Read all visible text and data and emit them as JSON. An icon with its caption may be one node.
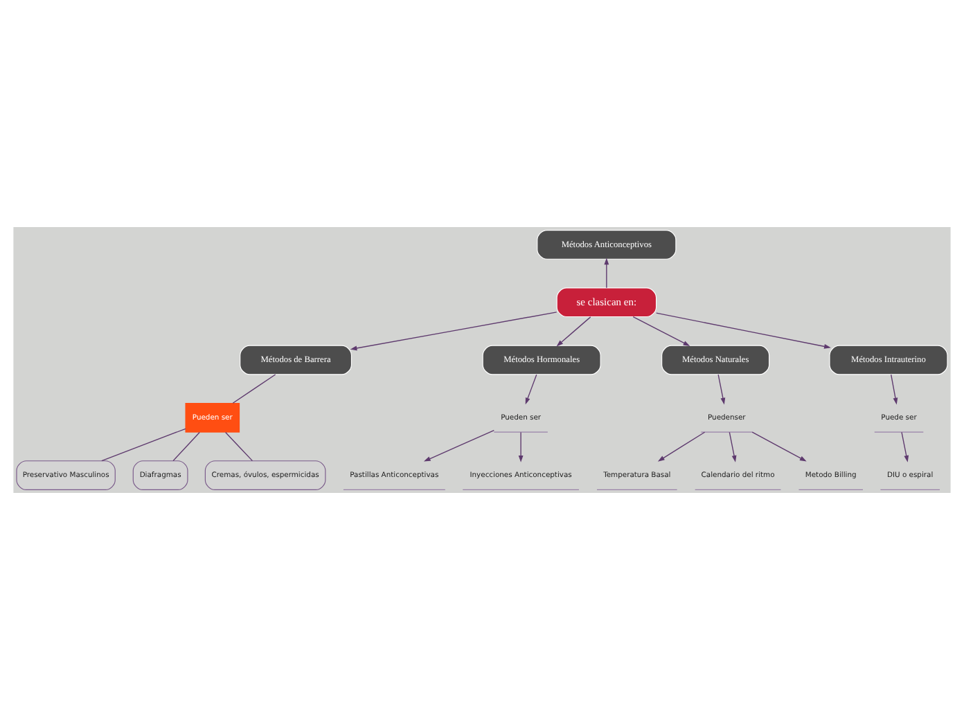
{
  "diagram": {
    "nodes": [
      {
        "text": [
          "Métodos Anticonceptivos"
        ]
      },
      {
        "text": [
          "se clasican en:"
        ]
      },
      {
        "text": [
          "Métodos de Barrera"
        ]
      },
      {
        "text": [
          "Métodos Hormonales"
        ]
      },
      {
        "text": [
          "Métodos Naturales"
        ]
      },
      {
        "text": [
          "Métodos Intrauterino"
        ]
      },
      {
        "text": [
          "Pueden ser"
        ]
      },
      {
        "text": [
          "Preservativo Masculinos"
        ]
      },
      {
        "text": [
          "Diafragmas"
        ]
      },
      {
        "text": [
          "Cremas, óvulos, espermicidas"
        ]
      },
      {
        "text": [
          "Pueden ser"
        ]
      },
      {
        "text": [
          "Pastillas Anticonceptivas"
        ]
      },
      {
        "text": [
          "Inyecciones Anticonceptivas"
        ]
      },
      {
        "text": [
          "Puedenser"
        ]
      },
      {
        "text": [
          "Temperatura Basal"
        ]
      },
      {
        "text": [
          "Calendario del ritmo"
        ]
      },
      {
        "text": [
          "Metodo Billing"
        ]
      },
      {
        "text": [
          "Puede ser"
        ]
      },
      {
        "text": [
          "DIU o espiral"
        ]
      }
    ],
    "edges": [
      {
        "from": 1,
        "to": 0,
        "arrow": "to"
      },
      {
        "from": 1,
        "to": 2,
        "arrow": "to"
      },
      {
        "from": 1,
        "to": 3,
        "arrow": "to"
      },
      {
        "from": 1,
        "to": 4,
        "arrow": "to"
      },
      {
        "from": 1,
        "to": 5,
        "arrow": "to"
      },
      {
        "from": 2,
        "to": 6,
        "arrow": "none"
      },
      {
        "from": 6,
        "to": 7,
        "arrow": "none"
      },
      {
        "from": 6,
        "to": 8,
        "arrow": "none"
      },
      {
        "from": 6,
        "to": 9,
        "arrow": "none"
      },
      {
        "from": 3,
        "to": 10,
        "arrow": "to"
      },
      {
        "from": 10,
        "to": 11,
        "arrow": "to"
      },
      {
        "from": 10,
        "to": 12,
        "arrow": "to"
      },
      {
        "from": 4,
        "to": 13,
        "arrow": "to"
      },
      {
        "from": 13,
        "to": 14,
        "arrow": "to"
      },
      {
        "from": 13,
        "to": 15,
        "arrow": "to"
      },
      {
        "from": 13,
        "to": 16,
        "arrow": "to"
      },
      {
        "from": 5,
        "to": 17,
        "arrow": "to"
      },
      {
        "from": 17,
        "to": 18,
        "arrow": "to"
      }
    ]
  }
}
